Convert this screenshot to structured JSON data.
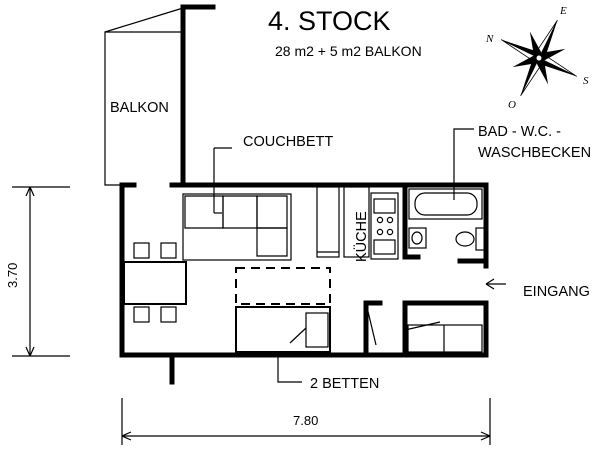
{
  "title": "4. STOCK",
  "area": "28 m2 + 5 m2 BALKON",
  "labels": {
    "balkon": "BALKON",
    "couchbett": "COUCHBETT",
    "bad_line1": "BAD - W.C. -",
    "bad_line2": "WASCHBECKEN",
    "kueche": "KÜCHE",
    "eingang": "EINGANG",
    "betten": "2 BETTEN"
  },
  "dimensions": {
    "height": "3.70",
    "width": "7.80"
  },
  "compass": {
    "north": "N",
    "east": "E",
    "south": "S",
    "west": "O"
  }
}
